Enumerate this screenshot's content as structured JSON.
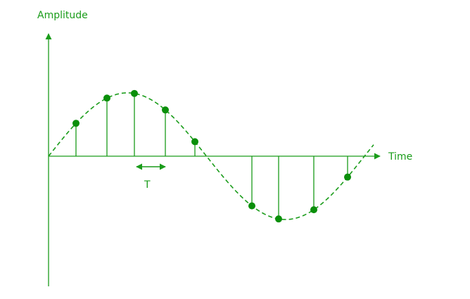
{
  "colors": {
    "accent": "#1a9c1a",
    "marker": "#0a8f0a",
    "background": "#ffffff"
  },
  "labels": {
    "y_axis": "Amplitude",
    "x_axis": "Time",
    "period": "T"
  },
  "signal": {
    "curve_style": "dashed",
    "cycles_shown": 1,
    "sample_count": 9
  }
}
